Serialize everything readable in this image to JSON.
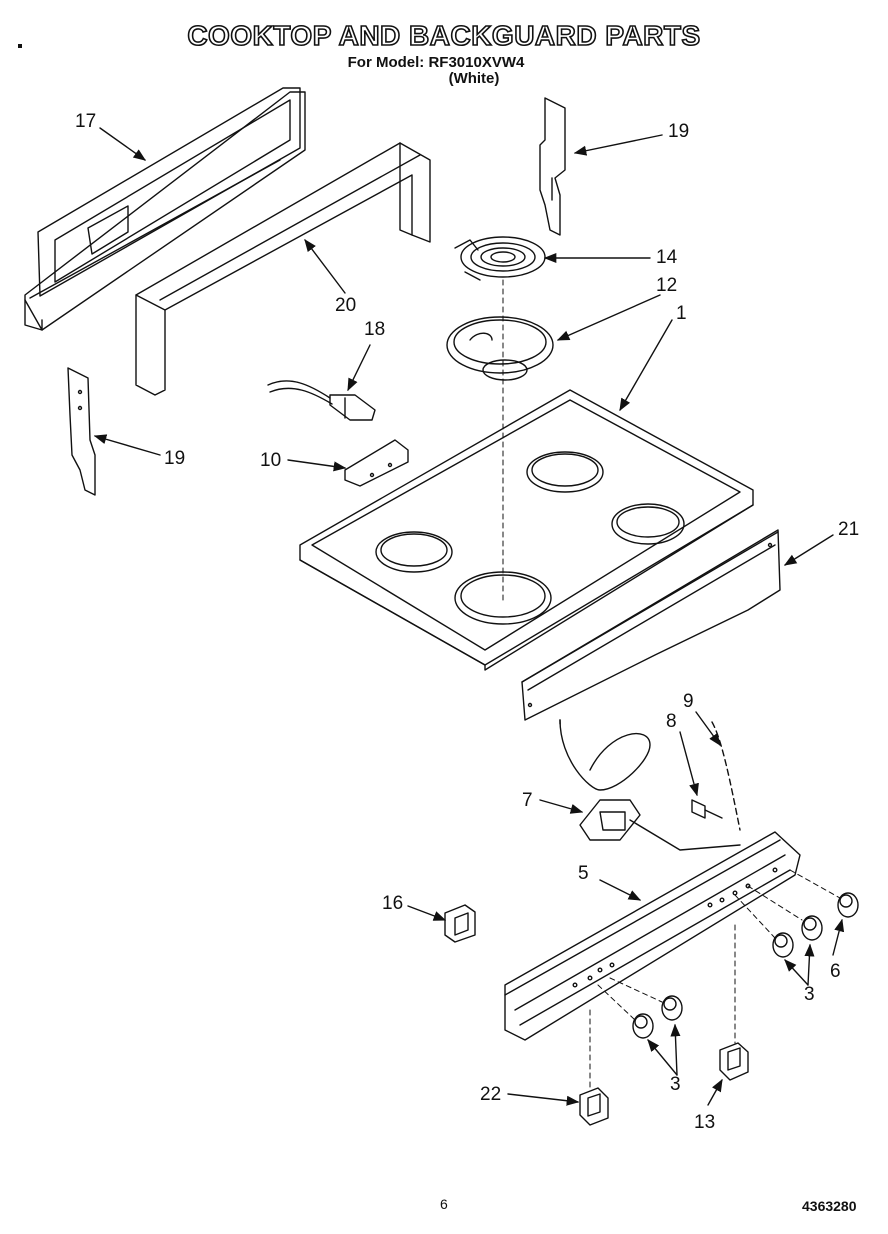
{
  "header": {
    "title": "COOKTOP AND BACKGUARD PARTS",
    "model_line": "For Model: RF3010XVW4",
    "color_line": "(White)"
  },
  "callouts": {
    "c1": "1",
    "c3a": "3",
    "c3b": "3",
    "c5": "5",
    "c6": "6",
    "c7": "7",
    "c8": "8",
    "c9": "9",
    "c10": "10",
    "c12": "12",
    "c13": "13",
    "c14": "14",
    "c16": "16",
    "c17": "17",
    "c18": "18",
    "c19a": "19",
    "c19b": "19",
    "c20": "20",
    "c21": "21",
    "c22": "22"
  },
  "footer": {
    "page_number": "6",
    "doc_number": "4363280"
  }
}
